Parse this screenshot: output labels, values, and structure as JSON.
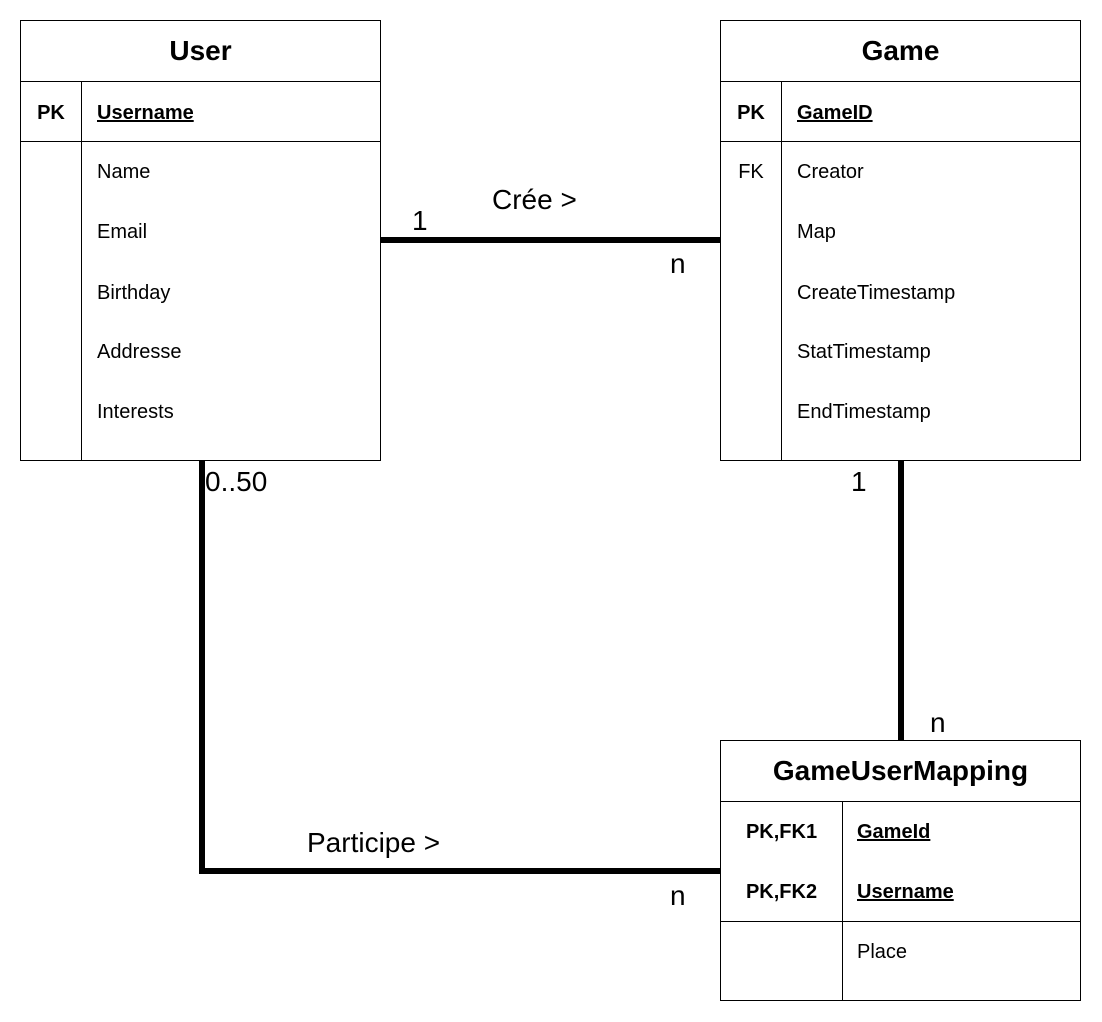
{
  "entities": {
    "user": {
      "title": "User",
      "pk_marker": "PK",
      "pk_field": "Username",
      "fields": [
        "Name",
        "Email",
        "Birthday",
        "Addresse",
        "Interests"
      ]
    },
    "game": {
      "title": "Game",
      "pk_marker": "PK",
      "pk_field": "GameID",
      "fk_marker": "FK",
      "fields": [
        "Creator",
        "Map",
        "CreateTimestamp",
        "StatTimestamp",
        "EndTimestamp"
      ]
    },
    "gum": {
      "title": "GameUserMapping",
      "key_rows": [
        {
          "marker": "PK,FK1",
          "field": "GameId"
        },
        {
          "marker": "PK,FK2",
          "field": "Username"
        }
      ],
      "fields": [
        "Place"
      ]
    }
  },
  "relations": {
    "cree": {
      "label": "Crée >",
      "card_user": "1",
      "card_game": "n"
    },
    "participe": {
      "label": "Participe >",
      "card_user": "0..50",
      "card_mapping": "n"
    },
    "game_mapping": {
      "card_game": "1",
      "card_mapping": "n"
    }
  }
}
